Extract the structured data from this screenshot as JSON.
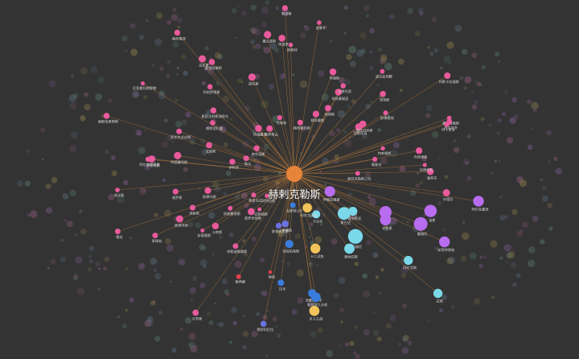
{
  "graph": {
    "center": {
      "label": "赫剌克勒斯",
      "color": "#e8843a"
    },
    "colors": {
      "edge": "#d98a3c",
      "pink": "#e85a9c",
      "violet": "#b86cf0",
      "cyan": "#7ad8e8",
      "yellow": "#f2c35a",
      "blue": "#3a7cdc",
      "periwinkle": "#6a72e0",
      "red": "#e0404a"
    },
    "nodes": [
      {
        "label": "阿尔克墨涅",
        "color": "violet"
      },
      {
        "label": "宙斯",
        "color": "violet"
      },
      {
        "label": "赫拉",
        "color": "violet"
      },
      {
        "label": "墨伽拉",
        "color": "violet"
      },
      {
        "label": "安菲特律翁",
        "color": "violet"
      },
      {
        "label": "许拉斯",
        "color": "violet"
      },
      {
        "label": "伊俄拉俄斯",
        "color": "violet"
      },
      {
        "label": "俄卡利亚",
        "color": "cyan"
      },
      {
        "label": "斯巴达",
        "color": "cyan"
      },
      {
        "label": "阿尔戈斯",
        "color": "cyan"
      },
      {
        "label": "忒拜",
        "color": "cyan"
      },
      {
        "label": "迈锡尼",
        "color": "cyan"
      },
      {
        "label": "卡吕冬",
        "color": "cyan"
      },
      {
        "label": "奥林匹斯",
        "color": "cyan"
      },
      {
        "label": "阿尔戈英雄",
        "color": "yellow"
      },
      {
        "label": "十二试炼",
        "color": "yellow"
      },
      {
        "label": "巨人之战",
        "color": "yellow"
      },
      {
        "label": "涅墨亚狮子",
        "color": "blue"
      },
      {
        "label": "勒耳那九头蛇",
        "color": "blue"
      },
      {
        "label": "克里特公牛",
        "color": "blue"
      },
      {
        "label": "刻耳柏洛斯",
        "color": "blue"
      },
      {
        "label": "拉冬",
        "color": "blue"
      },
      {
        "label": "欧律斯透斯",
        "color": "periwinkle"
      },
      {
        "label": "得伊阿尼拉",
        "color": "periwinkle"
      },
      {
        "label": "伊俄勒",
        "color": "periwinkle"
      },
      {
        "label": "赫柏",
        "color": "red"
      },
      {
        "label": "雅典娜",
        "color": "red"
      },
      {
        "label": "许罗斯",
        "color": "pink"
      },
      {
        "label": "忒勒福斯",
        "color": "pink"
      },
      {
        "label": "特勒波勒摩斯",
        "color": "pink"
      },
      {
        "label": "阿特拉斯",
        "color": "pink"
      },
      {
        "label": "普罗米修斯",
        "color": "pink"
      },
      {
        "label": "安泰俄斯",
        "color": "pink"
      },
      {
        "label": "卡库斯",
        "color": "pink"
      },
      {
        "label": "革律翁",
        "color": "pink"
      },
      {
        "label": "狄俄墨得斯",
        "color": "pink"
      },
      {
        "label": "希波吕忒",
        "color": "pink"
      },
      {
        "label": "奥革阿斯",
        "color": "pink"
      },
      {
        "label": "涅索斯",
        "color": "pink"
      },
      {
        "label": "喀戎",
        "color": "pink"
      },
      {
        "label": "福罗斯",
        "color": "pink"
      },
      {
        "label": "欧律托斯",
        "color": "pink"
      },
      {
        "label": "伊菲托斯",
        "color": "pink"
      },
      {
        "label": "翁法勒",
        "color": "pink"
      },
      {
        "label": "阿德墨托斯",
        "color": "pink"
      },
      {
        "label": "阿尔刻斯提斯",
        "color": "pink"
      },
      {
        "label": "忒修斯",
        "color": "pink"
      },
      {
        "label": "伊阿宋",
        "color": "pink"
      },
      {
        "label": "菲罗克忒忒斯",
        "color": "pink"
      },
      {
        "label": "勒达",
        "color": "pink"
      },
      {
        "label": "赫斯珀里得斯",
        "color": "pink"
      },
      {
        "label": "厄里曼托斯野猪",
        "color": "pink"
      },
      {
        "label": "刻律涅牝鹿",
        "color": "pink"
      },
      {
        "label": "斯廷法利斯湖怪鸟",
        "color": "pink"
      },
      {
        "label": "阿刻罗俄斯",
        "color": "pink"
      },
      {
        "label": "库克诺斯",
        "color": "pink"
      },
      {
        "label": "拉俄墨冬",
        "color": "pink"
      },
      {
        "label": "赫西俄涅",
        "color": "pink"
      },
      {
        "label": "忒拉蒙",
        "color": "pink"
      },
      {
        "label": "普里阿摩斯",
        "color": "pink"
      },
      {
        "label": "俄伊塔山",
        "color": "pink"
      },
      {
        "label": "提任斯",
        "color": "pink"
      },
      {
        "label": "克瑞翁",
        "color": "pink"
      },
      {
        "label": "利诺斯",
        "color": "pink"
      },
      {
        "label": "欧佩特",
        "color": "pink"
      },
      {
        "label": "墨兰波斯",
        "color": "pink"
      },
      {
        "label": "阿波罗",
        "color": "pink"
      },
      {
        "label": "赫淮斯托斯",
        "color": "pink"
      },
      {
        "label": "赫耳墨斯",
        "color": "pink"
      },
      {
        "label": "波塞冬",
        "color": "pink"
      },
      {
        "label": "阿瑞斯",
        "color": "pink"
      },
      {
        "label": "哈得斯",
        "color": "pink"
      },
      {
        "label": "珀耳塞福涅",
        "color": "pink"
      },
      {
        "label": "卡斯托耳",
        "color": "pink"
      },
      {
        "label": "波吕丢刻斯",
        "color": "pink"
      },
      {
        "label": "涅琉斯",
        "color": "pink"
      },
      {
        "label": "涅斯托耳",
        "color": "pink"
      },
      {
        "label": "奥托吕科斯",
        "color": "pink"
      },
      {
        "label": "欧律提翁",
        "color": "pink"
      },
      {
        "label": "阿斯卡拉福斯",
        "color": "pink"
      },
      {
        "label": "墨诺提俄斯",
        "color": "pink"
      },
      {
        "label": "萨尔珀冬",
        "color": "pink"
      },
      {
        "label": "布西里斯",
        "color": "pink"
      },
      {
        "label": "玛卡里亚",
        "color": "pink"
      },
      {
        "label": "特剌喀斯",
        "color": "pink"
      },
      {
        "label": "潘多拉",
        "color": "pink"
      },
      {
        "label": "喀泰戎",
        "color": "pink"
      },
      {
        "label": "赫拉克勒斯之柱",
        "color": "pink"
      },
      {
        "label": "厄律西亚",
        "color": "pink"
      },
      {
        "label": "许德拉",
        "color": "pink"
      }
    ]
  }
}
